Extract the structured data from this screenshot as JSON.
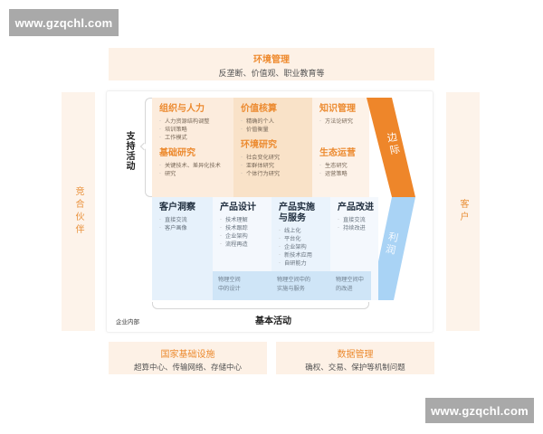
{
  "watermarks": {
    "top_left": "www.gzqchl.com",
    "bottom_right": "www.gzqchl.com"
  },
  "environment": {
    "title": "环境管理",
    "subtitle": "反垄断、价值观、职业教育等"
  },
  "side_boxes": {
    "left": "竞合伙伴",
    "right": "客户"
  },
  "support_activities": {
    "label": "支持活动",
    "columns": [
      {
        "sections": [
          {
            "title": "组织与人力",
            "items": [
              "人力资源结构调整",
              "培训策略",
              "工作模式"
            ]
          },
          {
            "title": "基础研究",
            "items": [
              "关键技术、差异化技术",
              "研究"
            ]
          }
        ]
      },
      {
        "sections": [
          {
            "title": "价值核算",
            "items": [
              "精确的个人",
              "价值衡量"
            ]
          },
          {
            "title": "环境研究",
            "items": [
              "社会变化研究",
              "亚群体研究",
              "个体行为研究"
            ]
          }
        ]
      },
      {
        "sections": [
          {
            "title": "知识管理",
            "items": [
              "方法论研究"
            ]
          },
          {
            "title": "生态运营",
            "items": [
              "生态研究",
              "运营策略"
            ]
          }
        ]
      }
    ]
  },
  "margin_chevron": {
    "top_label": "边际",
    "bottom_label": "利润",
    "top_color": "#ee862a",
    "bottom_color": "#a9d3f5"
  },
  "primary_activities": {
    "label": "基本活动",
    "columns": [
      {
        "title": "客户洞察",
        "items": [
          "直接交流",
          "客户画像"
        ],
        "physical": ""
      },
      {
        "title": "产品设计",
        "items": [
          "技术理解",
          "技术跟踪",
          "企业架构",
          "流程再造"
        ],
        "physical": "物理空间中的设计",
        "physical_lines": [
          "物理空间",
          "中的设计"
        ]
      },
      {
        "title": "产品实施与服务",
        "title_lines": [
          "产品实施",
          "与服务"
        ],
        "items": [
          "线上化",
          "平台化",
          "企业架构",
          "新技术应用",
          "自研能力"
        ],
        "physical": "物理空间中的实施与服务",
        "physical_lines": [
          "物理空间中的",
          "实施与服务"
        ]
      },
      {
        "title": "产品改进",
        "items": [
          "直接交流",
          "持续改进"
        ],
        "physical": "物理空间中的改进",
        "physical_lines": [
          "物理空间中",
          "的改进"
        ]
      }
    ]
  },
  "enterprise_label": "企业内部",
  "bottom_boxes": [
    {
      "title": "国家基础设施",
      "subtitle": "超算中心、传输网络、存储中心"
    },
    {
      "title": "数据管理",
      "subtitle": "确权、交易、保护等机制问题"
    }
  ]
}
